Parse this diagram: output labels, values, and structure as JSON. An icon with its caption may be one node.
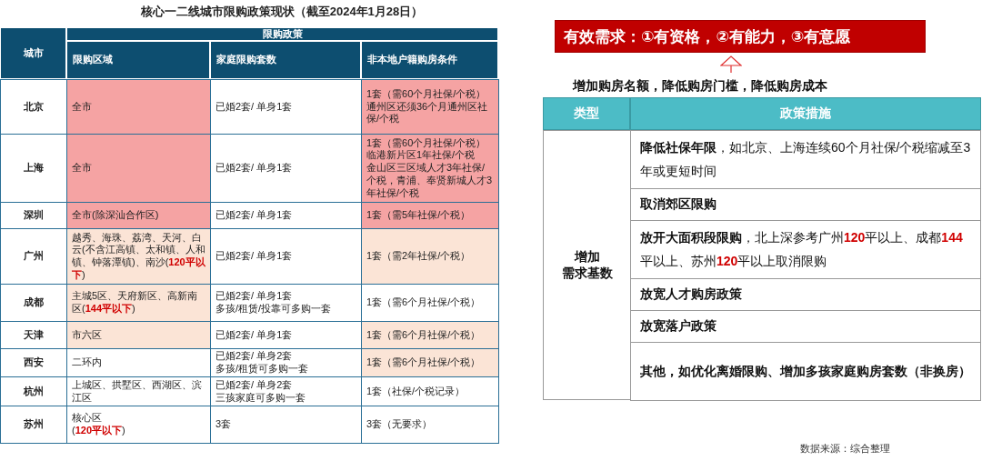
{
  "diagram": {
    "title": "核心一二线城市限购政策现状（截至2024年1月28日）",
    "nodes": [
      {
        "text": [
          "有效需求：①有资格，②有能力，③有意愿"
        ]
      },
      {
        "text": [
          "增加购房名额，降低购房门槛，降低购房成本"
        ]
      }
    ],
    "edges": [
      {
        "from": 1,
        "to": 0,
        "arrow": "to"
      }
    ],
    "labels": [
      "城市",
      "限购政策",
      "限购区域",
      "家庭限购套数",
      "非本地户籍购房条件",
      "北京",
      "全市",
      "已婚2套/ 单身1套",
      "1套（需60个月社保/个税）",
      "通州区还须36个月通州区社保/个税",
      "上海",
      "全市",
      "已婚2套/ 单身1套",
      "1套（需60个月社保/个税）",
      "临港新片区1年社保/个税",
      "金山区三区域人才3年社保/个税，青浦、奉贤新城人才3年社保/个税",
      "深圳",
      "全市(除深汕合作区)",
      "已婚2套/ 单身1套",
      "1套（需5年社保/个税）",
      "广州",
      "越秀、海珠、荔湾、天河、白云(不含江高镇、太和镇、人和镇、钟落潭镇)、南沙(**120平以下**)",
      "已婚2套/ 单身1套",
      "1套（需2年社保/个税）",
      "成都",
      "主城5区、天府新区、高新南区(**144平以下**)",
      "已婚2套/ 单身1套",
      "多孩/租赁/投靠可多购一套",
      "1套（需6个月社保/个税）",
      "天津",
      "市六区",
      "已婚2套/ 单身1套",
      "1套（需6个月社保/个税）",
      "西安",
      "二环内",
      "已婚2套/ 单身2套",
      "多孩/租赁可多购一套",
      "1套（需6个月社保/个税）",
      "杭州",
      "上城区、拱墅区、西湖区、滨江区",
      "已婚2套/ 单身2套",
      "三孩家庭可多购一套",
      "1套（社保/个税记录）",
      "苏州",
      "核心区",
      "(**120平以下**)",
      "3套",
      "3套（无要求）",
      "类型",
      "政策措施",
      "增加",
      "需求基数",
      "**降低社保年限**，如北京、上海连续60个月社保/个税缩减至3年或更短时间",
      "取消郊区限购",
      "**放开大面积段限购**，北上深参考广州**120**平以上、成都**144**平以上、苏州**120**平以上取消限购",
      "放宽人才购房政策",
      "放宽落户政策",
      "其他，如优化离婚限购、增加多孩家庭购房套数（非换房）",
      "数据来源：综合整理"
    ]
  }
}
